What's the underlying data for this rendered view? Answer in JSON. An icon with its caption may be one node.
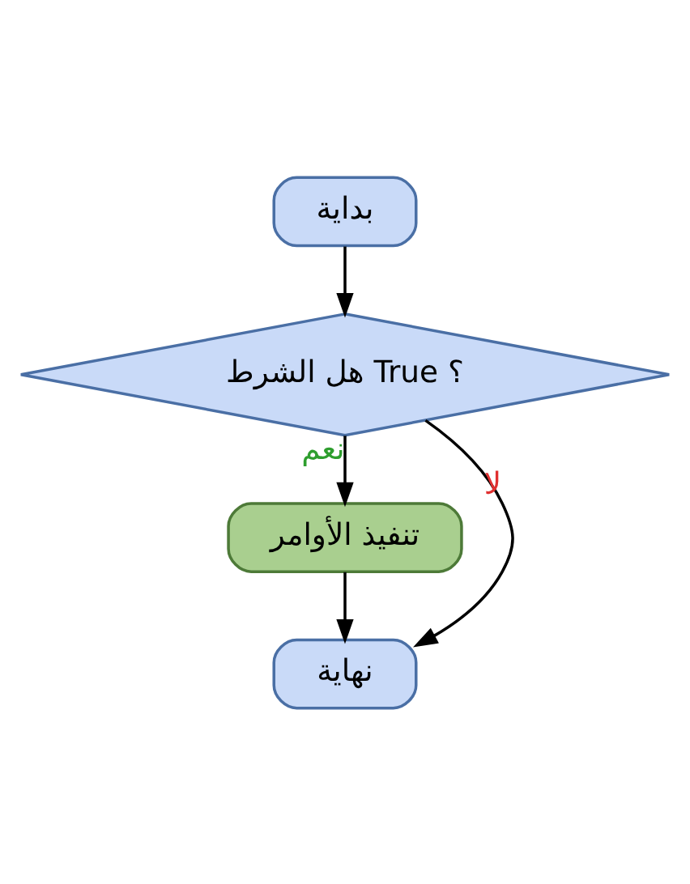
{
  "diagram": {
    "nodes": [
      {
        "text": [
          "بداية"
        ]
      },
      {
        "text": [
          "هل الشرط True ؟"
        ]
      },
      {
        "text": [
          "تنفيذ الأوامر"
        ]
      },
      {
        "text": [
          "نهاية"
        ]
      }
    ],
    "edges": [
      {
        "from": 0,
        "to": 1,
        "arrow": "to"
      },
      {
        "from": 1,
        "to": 2,
        "arrow": "to",
        "label": "نعم"
      },
      {
        "from": 2,
        "to": 3,
        "arrow": "to"
      },
      {
        "from": 1,
        "to": 3,
        "arrow": "to",
        "label": "لا"
      }
    ]
  }
}
